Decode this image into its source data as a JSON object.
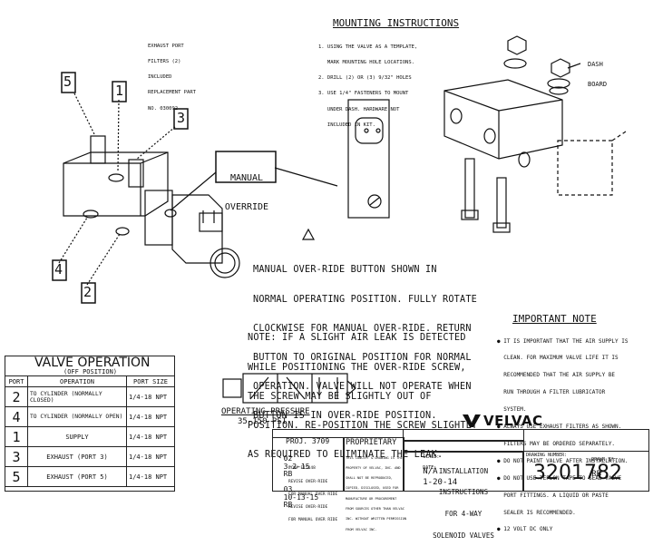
{
  "exhaust_note": [
    "EXHAUST PORT",
    "FILTERS (2)",
    "INCLUDED",
    "REPLACEMENT PART",
    "NO. 030092"
  ],
  "mounting": {
    "title": "MOUNTING INSTRUCTIONS",
    "steps": [
      "1. USING THE VALVE AS A TEMPLATE,",
      "   MARK MOUNTING HOLE LOCATIONS.",
      "2. DRILL (2) OR (3) 9/32\" HOLES",
      "3. USE 1/4\" FASTENERS TO MOUNT",
      "   UNDER DASH. HARDWARE NOT",
      "   INCLUDED IN KIT."
    ]
  },
  "dash_board": [
    "DASH",
    "BOARD"
  ],
  "callouts": {
    "c5": "5",
    "c1": "1",
    "c3": "3",
    "c4": "4",
    "c2": "2"
  },
  "manual_override_label": [
    "MANUAL",
    "OVERRIDE"
  ],
  "manual_text": [
    "MANUAL OVER-RIDE BUTTON SHOWN IN",
    "NORMAL OPERATING POSITION. FULLY ROTATE",
    "CLOCKWISE FOR MANUAL OVER-RIDE. RETURN",
    "BUTTON TO ORIGINAL POSITION FOR NORMAL",
    "OPERATION. VALVE WILL NOT OPERATE WHEN",
    "BUTTON IS IN OVER-RIDE POSITION."
  ],
  "note_text": [
    "NOTE: IF A SLIGHT AIR LEAK IS DETECTED",
    "WHILE POSITIONING THE OVER-RIDE SCREW,",
    "THE SCREW MAY BE SLIGHTLY OUT OF",
    "POSITION. RE-POSITION THE SCREW SLIGHTLY",
    "AS REQUIRED TO ELIMINATE THE LEAK."
  ],
  "important": {
    "title": "IMPORTANT NOTE",
    "lines": [
      "● IT IS IMPORTANT THAT THE AIR SUPPLY IS",
      "  CLEAN. FOR MAXIMUM VALVE LIFE IT IS",
      "  RECOMMENDED THAT THE AIR SUPPLY BE",
      "  RUN THROUGH A FILTER LUBRICATOR",
      "  SYSTEM.",
      "● ALWAYS USE EXHAUST FILTERS AS SHOWN.",
      "  FILTERS MAY BE ORDERED SEPARATELY.",
      "● DO NOT PAINT VALVE AFTER INSTALLATION.",
      "● DO NOT USE TEFLON TAPE TO SEAL VALVE",
      "  PORT FITTINGS. A LIQUID OR PASTE",
      "  SEALER IS RECOMMENDED.",
      "● 12 VOLT DC ONLY"
    ]
  },
  "valve_operation": {
    "title": "VALVE OPERATION",
    "subtitle": "(OFF POSITION)",
    "headers": [
      "PORT",
      "OPERATION",
      "PORT SIZE"
    ],
    "rows": [
      {
        "port": "2",
        "operation": "TO CYLINDER (NORMALLY CLOSED)",
        "size": "1/4-18 NPT"
      },
      {
        "port": "4",
        "operation": "TO CYLINDER (NORMALLY OPEN)",
        "size": "1/4-18 NPT"
      },
      {
        "port": "1",
        "operation": "SUPPLY",
        "size": "1/4-18 NPT"
      },
      {
        "port": "3",
        "operation": "EXHAUST (PORT 3)",
        "size": "1/4-18 NPT"
      },
      {
        "port": "5",
        "operation": "EXHAUST (PORT 5)",
        "size": "1/4-18 NPT"
      }
    ]
  },
  "operating_pressure": {
    "label": "OPERATING PRESSURE",
    "value": "35-150 PSI"
  },
  "title_block": {
    "proj": "PROJ. 3709",
    "rev_rows": [
      {
        "num": "02",
        "date": "3-2-15",
        "by": "RB"
      },
      {
        "num": "03",
        "date": "10-13-15",
        "by": "RB"
      }
    ],
    "ecn_note": [
      "ECN# E15148",
      "REVISE OVER-RIDE",
      "FOR MANUAL OVER RIDE"
    ],
    "ecn_note2": [
      "REVISE OVER-RIDE",
      "FOR MANUAL OVER RIDE"
    ],
    "proprietary_title": "PROPRIETARY",
    "proprietary_text": [
      "THIS CONCEPT & DRAWING IS THE",
      "PROPERTY OF VELVAC, INC. AND",
      "SHALL NOT BE REPRODUCED,",
      "COPIED, DISCLOSED, USED FOR",
      "MANUFACTURE OR PROCUREMENT",
      "FROM SOURCES OTHER THAN VELVAC",
      "INC. WITHOUT WRITTEN PERMISSION",
      "FROM VELVAC INC."
    ],
    "scale_label": "SCALE:",
    "scale": "N/A",
    "date_label": "DATE:",
    "date": "1-20-14",
    "drawn_label": "DRAWN BY:",
    "drawn": "RB",
    "company": "VELVAC",
    "description": [
      "INSTALLATION",
      "INSTRUCTIONS",
      "FOR 4-WAY",
      "SOLENOID VALVES"
    ],
    "drawing_label": "DRAWING NUMBER:",
    "drawing_number": "3201782"
  },
  "colors": {
    "ink": "#111111",
    "paper": "#ffffff"
  }
}
